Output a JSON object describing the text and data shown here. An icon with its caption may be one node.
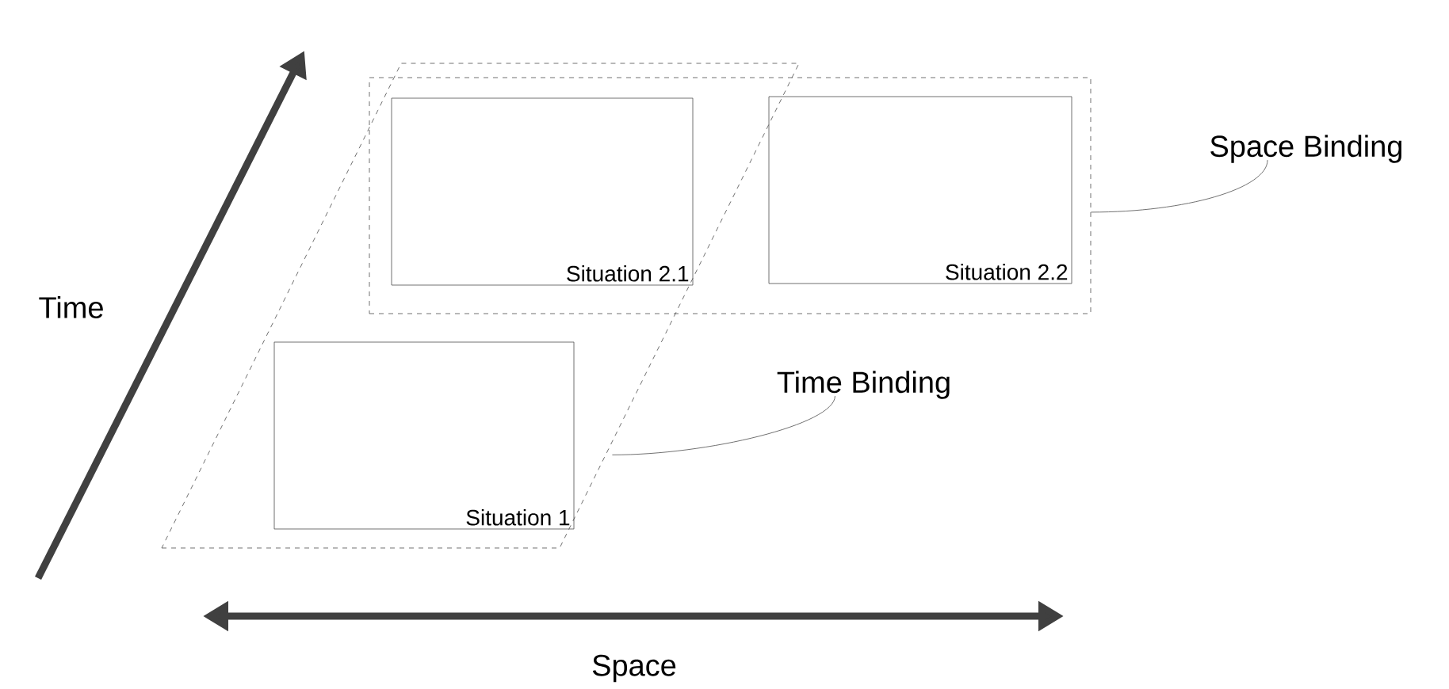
{
  "diagram": {
    "nodes": [
      {
        "text": [],
        "shape": "parallelogram"
      },
      {
        "text": [],
        "shape": "box"
      },
      {
        "text": [
          "Situation 2.1"
        ]
      },
      {
        "text": [
          "Situation 2.2"
        ],
        "in": 1
      },
      {
        "text": [
          "Space Binding"
        ]
      },
      {
        "text": [
          "Time Binding"
        ]
      },
      {
        "text": [
          "Situation 1"
        ],
        "in": 0
      }
    ],
    "edges": [
      {
        "from": 4,
        "to": 1,
        "arrow": "none"
      },
      {
        "from": 5,
        "to": 0,
        "arrow": "none"
      }
    ],
    "labels": [
      "Time",
      "Space"
    ]
  }
}
